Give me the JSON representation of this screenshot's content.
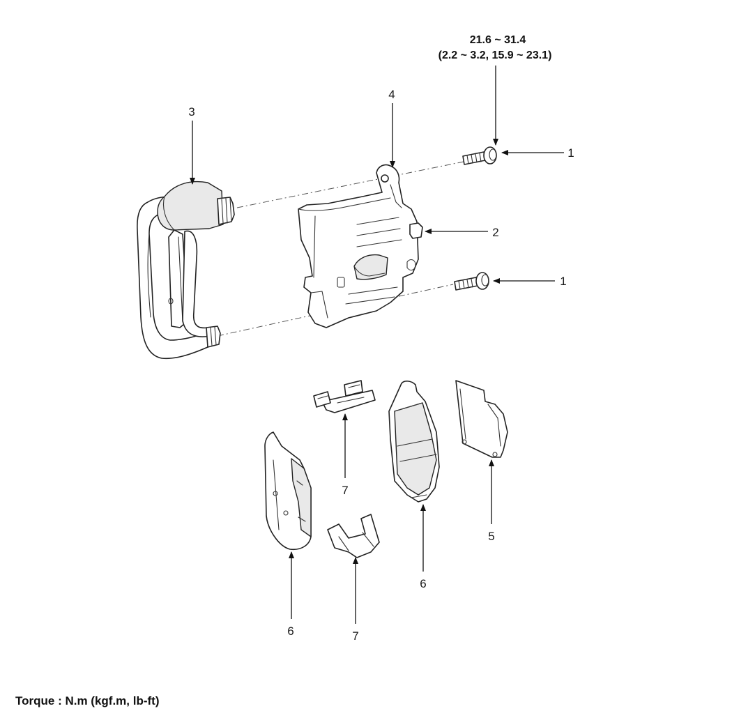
{
  "torque_spec": {
    "line1": "21.6 ~ 31.4",
    "line2": "(2.2 ~ 3.2, 15.9 ~ 23.1)"
  },
  "callouts": {
    "bolt_upper": "1",
    "bolt_lower": "1",
    "bleeder": "2",
    "carrier": "3",
    "caliper": "4",
    "shim": "5",
    "pad_right": "6",
    "pad_left": "6",
    "spring_upper": "7",
    "spring_lower": "7"
  },
  "footer": {
    "torque_units": "Torque : N.m (kgf.m, lb-ft)"
  }
}
